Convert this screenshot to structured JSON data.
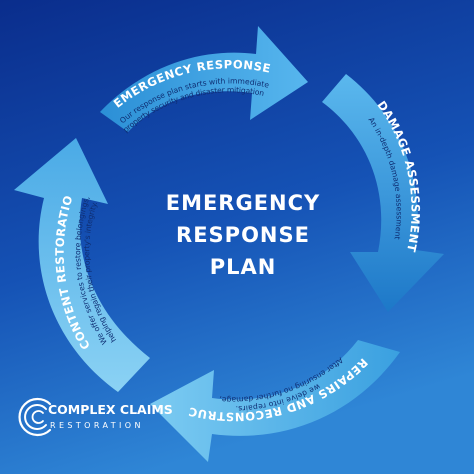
{
  "center": {
    "lines": [
      "EMERGENCY",
      "RESPONSE",
      "PLAN"
    ]
  },
  "stages": [
    {
      "title": "EMERGENCY RESPONSE",
      "desc1": "Our response plan starts with immediate",
      "desc2": "property security and disaster mitigation"
    },
    {
      "title": "DAMAGE ASSESSMENT",
      "desc1": "An in-depth damage assessment",
      "desc2": ""
    },
    {
      "title": "REPAIRS AND RECONSTRUCTION",
      "desc1": "After ensuring no further damage,",
      "desc2": "we delve into repairs."
    },
    {
      "title": "CONTENT RESTORATION",
      "desc1": "We offer services to restore belongings,",
      "desc2": "helping regain their property's integrity."
    }
  ],
  "logo": {
    "title": "COMPLEX CLAIMS",
    "subtitle": "RESTORATION"
  },
  "colors": {
    "background_top": "#0a2f8f",
    "background_bottom": "#2f86d6",
    "arrow_light": "#6cc3f0",
    "arrow_dark": "#1c79c8",
    "text_white": "#ffffff",
    "text_dark": "#0f2f74"
  }
}
